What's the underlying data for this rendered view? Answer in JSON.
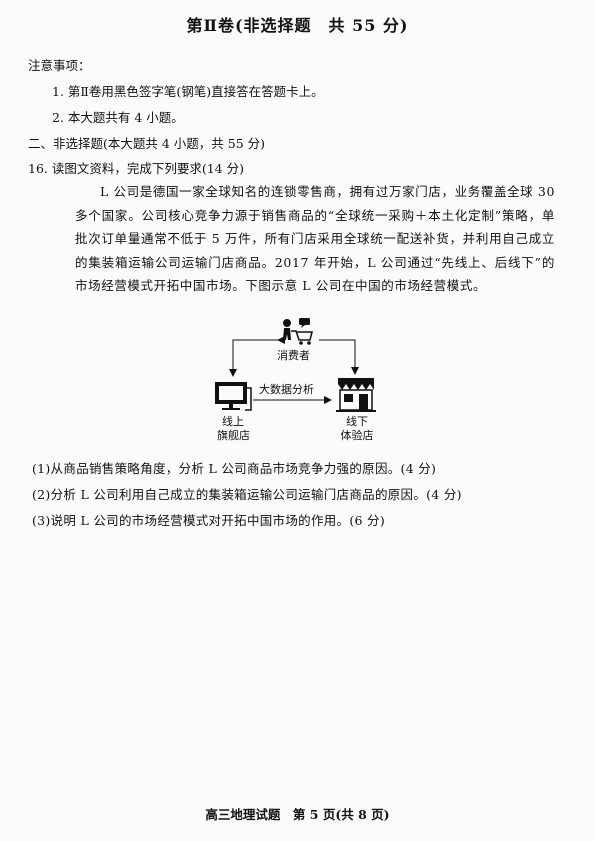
{
  "header": {
    "title": "第Ⅱ卷(非选择题　共 55 分)"
  },
  "notes": {
    "heading": "注意事项：",
    "items": [
      "1. 第Ⅱ卷用黑色签字笔(钢笔)直接答在答题卡上。",
      "2. 本大题共有 4 小题。"
    ]
  },
  "section": {
    "heading": "二、非选择题(本大题共 4 小题，共 55 分)"
  },
  "question16": {
    "stem": "16. 读图文资料，完成下列要求(14 分)",
    "passage": "L 公司是德国一家全球知名的连锁零售商，拥有过万家门店，业务覆盖全球 30 多个国家。公司核心竞争力源于销售商品的“全球统一采购＋本土化定制”策略，单批次订单量通常不低于 5 万件，所有门店采用全球统一配送补货，并利用自己成立的集装箱运输公司运输门店商品。2017 年开始，L 公司通过“先线上、后线下”的市场经营模式开拓中国市场。下图示意 L 公司在中国的市场经营模式。",
    "diagram": {
      "consumer": "消费者",
      "online_line1": "线上",
      "online_line2": "旗舰店",
      "offline_line1": "线下",
      "offline_line2": "体验店",
      "arrow_label": "大数据分析"
    },
    "subquestions": [
      "(1)从商品销售策略角度，分析 L 公司商品市场竞争力强的原因。(4 分)",
      "(2)分析 L 公司利用自己成立的集装箱运输公司运输门店商品的原因。(4 分)",
      "(3)说明 L 公司的市场经营模式对开拓中国市场的作用。(6 分)"
    ]
  },
  "footer": {
    "text": "高三地理试题　第 5 页(共 8 页)"
  }
}
